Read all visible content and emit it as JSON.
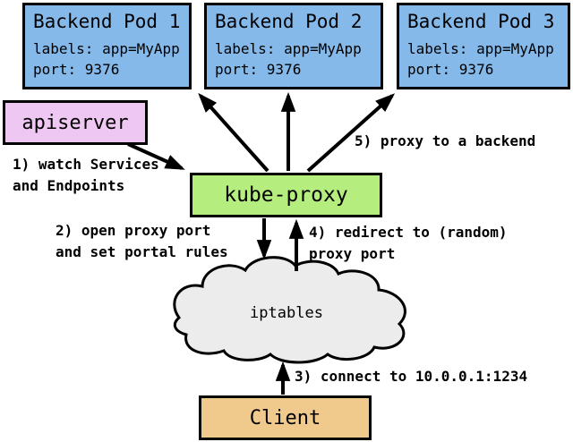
{
  "diagram": {
    "pods": [
      {
        "title": "Backend Pod 1",
        "labels": "labels: app=MyApp",
        "port": "port: 9376"
      },
      {
        "title": "Backend Pod 2",
        "labels": "labels: app=MyApp",
        "port": "port: 9376"
      },
      {
        "title": "Backend Pod 3",
        "labels": "labels: app=MyApp",
        "port": "port: 9376"
      }
    ],
    "apiserver": {
      "label": "apiserver"
    },
    "kube_proxy": {
      "label": "kube-proxy"
    },
    "cloud": {
      "label": "iptables"
    },
    "client": {
      "label": "Client"
    },
    "annotations": {
      "step1": {
        "line1": "1) watch Services",
        "line2": "and Endpoints"
      },
      "step2": {
        "line1": "2) open proxy port",
        "line2": "and set portal rules"
      },
      "step3": {
        "line1": "3) connect to 10.0.0.1:1234"
      },
      "step4": {
        "line1": "4) redirect to (random)",
        "line2": "proxy port"
      },
      "step5": {
        "line1": "5) proxy to a backend"
      }
    },
    "colors": {
      "pod_fill": "#85B9EA",
      "apiserver_fill": "#EEC7F2",
      "kube_proxy_fill": "#B5EE7E",
      "cloud_fill": "#ECECEC",
      "client_fill": "#F0C98C",
      "border_and_arrows": "#000000",
      "background": "#FFFFFF"
    }
  }
}
